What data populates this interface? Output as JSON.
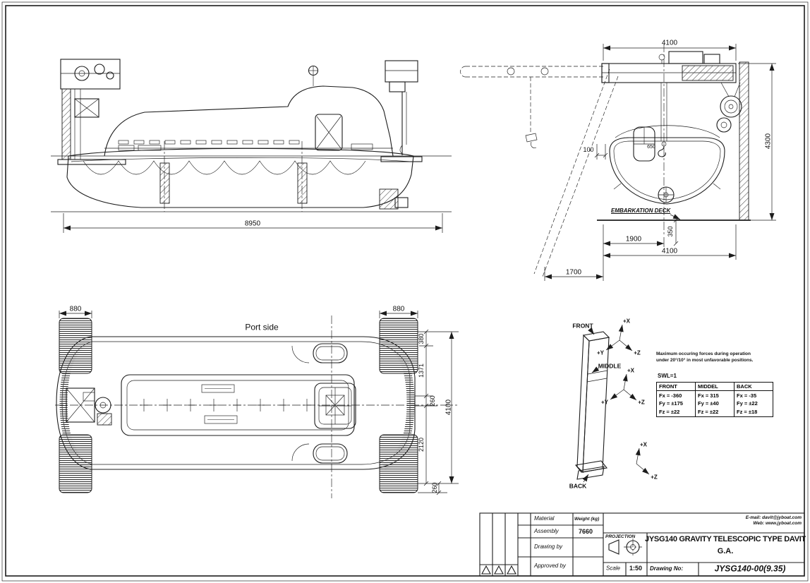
{
  "colors": {
    "line": "#1c1c1c",
    "background": "#ffffff"
  },
  "views": {
    "side": {
      "dim_length": "8950"
    },
    "end": {
      "dim_width_top": "4100",
      "dim_height": "4300",
      "dim_gap": "100",
      "dim_hook": "650",
      "deck_label": "EMBARKATION DECK",
      "dim_freeboard": "350",
      "dim_outreach": "1900",
      "dim_width_bottom": "4100",
      "dim_stowed": "1700"
    },
    "plan": {
      "title": "Port side",
      "dim_roller_left": "880",
      "dim_roller_right": "880",
      "dim_380": "380",
      "dim_1371": "1371",
      "dim_260_upper": "260",
      "dim_2120": "2120",
      "dim_overall": "4100",
      "dim_260_lower": "260"
    },
    "iso": {
      "front_label": "FRONT",
      "middle_label": "MIDDLE",
      "back_label": "BACK",
      "axis_x": "+X",
      "axis_y": "+Y",
      "axis_z": "+Z",
      "note_line1": "Maximum occuring forces during operation",
      "note_line2": "under 20°/10° in most unfavorable positions.",
      "swl": "SWL=1",
      "force_table": {
        "headers": [
          "FRONT",
          "MIDDEL",
          "BACK"
        ],
        "cells": [
          [
            "Fx = -360",
            "Fy = ±175",
            "Fz = ±22"
          ],
          [
            "Fx = 315",
            "Fy = ±40",
            "Fz = ±22"
          ],
          [
            "Fx = -35",
            "Fy = ±22",
            "Fz = ±18"
          ]
        ]
      }
    }
  },
  "title_block": {
    "material_label": "Material",
    "weight_label": "Weight (kg)",
    "assembly_label": "Assembly",
    "assembly_weight": "7660",
    "drawing_by_label": "Drawing by",
    "approved_by_label": "Approved by",
    "projection_label": "PROJECTION",
    "email": "E-mail: davit@jyboat.com",
    "web": "Web: www.jyboat.com",
    "title_line1": "JYSG140 GRAVITY TELESCOPIC TYPE DAVIT",
    "title_line2": "G.A.",
    "scale_label": "Scale",
    "scale_value": "1:50",
    "drawing_no_label": "Drawing No:",
    "drawing_no_value": "JYSG140-00(9.35)"
  }
}
